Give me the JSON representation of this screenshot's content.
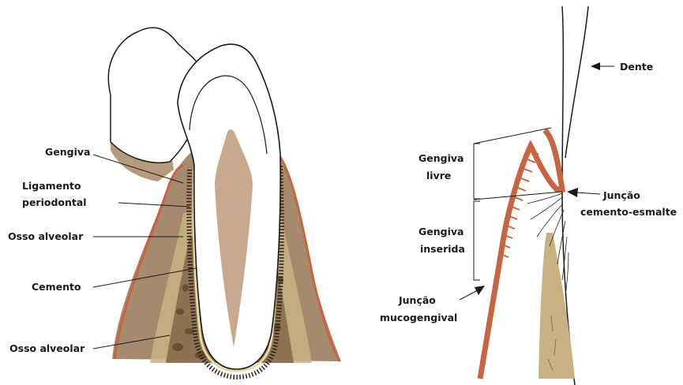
{
  "left_diagram": {
    "labels": {
      "gengiva": "Gengiva",
      "ligamento_1": "Ligamento",
      "ligamento_2": "periodontal",
      "osso_alveolar_top": "Osso alveolar",
      "cemento": "Cemento",
      "osso_alveolar_bottom": "Osso alveolar"
    }
  },
  "right_diagram": {
    "labels": {
      "dente": "Dente",
      "gengiva_livre_1": "Gengiva",
      "gengiva_livre_2": "livre",
      "gengiva_inserida_1": "Gengiva",
      "gengiva_inserida_2": "inserida",
      "juncao_ce_1": "Junção",
      "juncao_ce_2": "cemento-esmalte",
      "juncao_mg_1": "Junção",
      "juncao_mg_2": "mucogengival"
    }
  },
  "colors": {
    "bone": "#a58a6d",
    "bone_light": "#c8b283",
    "gum": "#c8643f",
    "pulp": "#c9a98e",
    "cortical": "#d8c58f",
    "trabecula": "#6b4f35"
  }
}
